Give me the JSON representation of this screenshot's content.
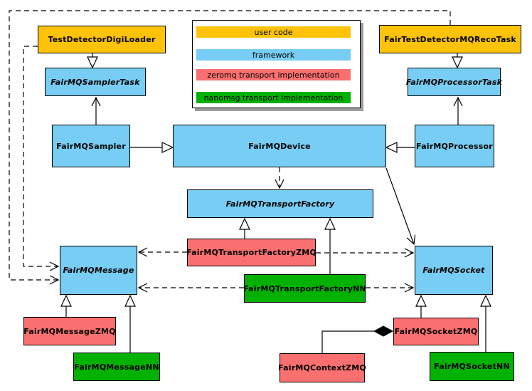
{
  "colors": {
    "user_code": "#FCC30A",
    "framework": "#77CDF3",
    "zeromq": "#FA7070",
    "nanomsg": "#02B102",
    "line": "#000000",
    "background": "#FFFFFF",
    "legend_shadow": "#9C9C9C"
  },
  "legend": {
    "items": [
      {
        "label": "user code",
        "color": "#FCC30A"
      },
      {
        "label": "framework",
        "color": "#77CDF3"
      },
      {
        "label": "zeromq transport implementation",
        "color": "#FA7070"
      },
      {
        "label": "nanomsg transport implementation",
        "color": "#02B102"
      }
    ]
  },
  "nodes": {
    "testDetectorDigiLoader": {
      "label": "TestDetectorDigiLoader",
      "category": "user code",
      "abstract": false,
      "color": "#FCC30A"
    },
    "fairTestDetectorMQRecoTask": {
      "label": "FairTestDetectorMQRecoTask",
      "category": "user code",
      "abstract": false,
      "color": "#FCC30A"
    },
    "fairMQSamplerTask": {
      "label": "FairMQSamplerTask",
      "category": "framework",
      "abstract": true,
      "color": "#77CDF3"
    },
    "fairMQProcessorTask": {
      "label": "FairMQProcessorTask",
      "category": "framework",
      "abstract": true,
      "color": "#77CDF3"
    },
    "fairMQSampler": {
      "label": "FairMQSampler",
      "category": "framework",
      "abstract": false,
      "color": "#77CDF3"
    },
    "fairMQDevice": {
      "label": "FairMQDevice",
      "category": "framework",
      "abstract": false,
      "color": "#77CDF3"
    },
    "fairMQProcessor": {
      "label": "FairMQProcessor",
      "category": "framework",
      "abstract": false,
      "color": "#77CDF3"
    },
    "fairMQTransportFactory": {
      "label": "FairMQTransportFactory",
      "category": "framework",
      "abstract": true,
      "color": "#77CDF3"
    },
    "fairMQTransportFactoryZMQ": {
      "label": "FairMQTransportFactoryZMQ",
      "category": "zeromq",
      "abstract": false,
      "color": "#FA7070"
    },
    "fairMQTransportFactoryNN": {
      "label": "FairMQTransportFactoryNN",
      "category": "nanomsg",
      "abstract": false,
      "color": "#02B102"
    },
    "fairMQMessage": {
      "label": "FairMQMessage",
      "category": "framework",
      "abstract": true,
      "color": "#77CDF3"
    },
    "fairMQMessageZMQ": {
      "label": "FairMQMessageZMQ",
      "category": "zeromq",
      "abstract": false,
      "color": "#FA7070"
    },
    "fairMQMessageNN": {
      "label": "FairMQMessageNN",
      "category": "nanomsg",
      "abstract": false,
      "color": "#02B102"
    },
    "fairMQSocket": {
      "label": "FairMQSocket",
      "category": "framework",
      "abstract": true,
      "color": "#77CDF3"
    },
    "fairMQSocketZMQ": {
      "label": "FairMQSocketZMQ",
      "category": "zeromq",
      "abstract": false,
      "color": "#FA7070"
    },
    "fairMQSocketNN": {
      "label": "FairMQSocketNN",
      "category": "nanomsg",
      "abstract": false,
      "color": "#02B102"
    },
    "fairMQContextZMQ": {
      "label": "FairMQContextZMQ",
      "category": "zeromq",
      "abstract": false,
      "color": "#FA7070"
    }
  },
  "edges": [
    {
      "from": "TestDetectorDigiLoader",
      "to": "FairMQSamplerTask",
      "type": "inheritance"
    },
    {
      "from": "FairTestDetectorMQRecoTask",
      "to": "FairMQProcessorTask",
      "type": "inheritance"
    },
    {
      "from": "FairMQSampler",
      "to": "FairMQSamplerTask",
      "type": "association"
    },
    {
      "from": "FairMQProcessor",
      "to": "FairMQProcessorTask",
      "type": "association"
    },
    {
      "from": "FairMQSampler",
      "to": "FairMQDevice",
      "type": "inheritance"
    },
    {
      "from": "FairMQProcessor",
      "to": "FairMQDevice",
      "type": "inheritance"
    },
    {
      "from": "FairMQDevice",
      "to": "FairMQTransportFactory",
      "type": "dependency"
    },
    {
      "from": "FairMQDevice",
      "to": "FairMQSocket",
      "type": "association"
    },
    {
      "from": "FairMQTransportFactoryZMQ",
      "to": "FairMQTransportFactory",
      "type": "inheritance"
    },
    {
      "from": "FairMQTransportFactoryNN",
      "to": "FairMQTransportFactory",
      "type": "inheritance"
    },
    {
      "from": "FairMQTransportFactoryZMQ",
      "to": "FairMQMessage",
      "type": "dependency"
    },
    {
      "from": "FairMQTransportFactoryZMQ",
      "to": "FairMQSocket",
      "type": "dependency"
    },
    {
      "from": "FairMQTransportFactoryNN",
      "to": "FairMQMessage",
      "type": "dependency"
    },
    {
      "from": "FairMQTransportFactoryNN",
      "to": "FairMQSocket",
      "type": "dependency"
    },
    {
      "from": "FairMQMessageZMQ",
      "to": "FairMQMessage",
      "type": "inheritance"
    },
    {
      "from": "FairMQMessageNN",
      "to": "FairMQMessage",
      "type": "inheritance"
    },
    {
      "from": "FairMQSocketZMQ",
      "to": "FairMQSocket",
      "type": "inheritance"
    },
    {
      "from": "FairMQSocketNN",
      "to": "FairMQSocket",
      "type": "inheritance"
    },
    {
      "from": "FairMQContextZMQ",
      "to": "FairMQSocketZMQ",
      "type": "composition"
    },
    {
      "from": "TestDetectorDigiLoader",
      "to": "FairMQMessage",
      "type": "dependency"
    },
    {
      "from": "FairTestDetectorMQRecoTask",
      "to": "FairMQMessage",
      "type": "dependency"
    }
  ]
}
